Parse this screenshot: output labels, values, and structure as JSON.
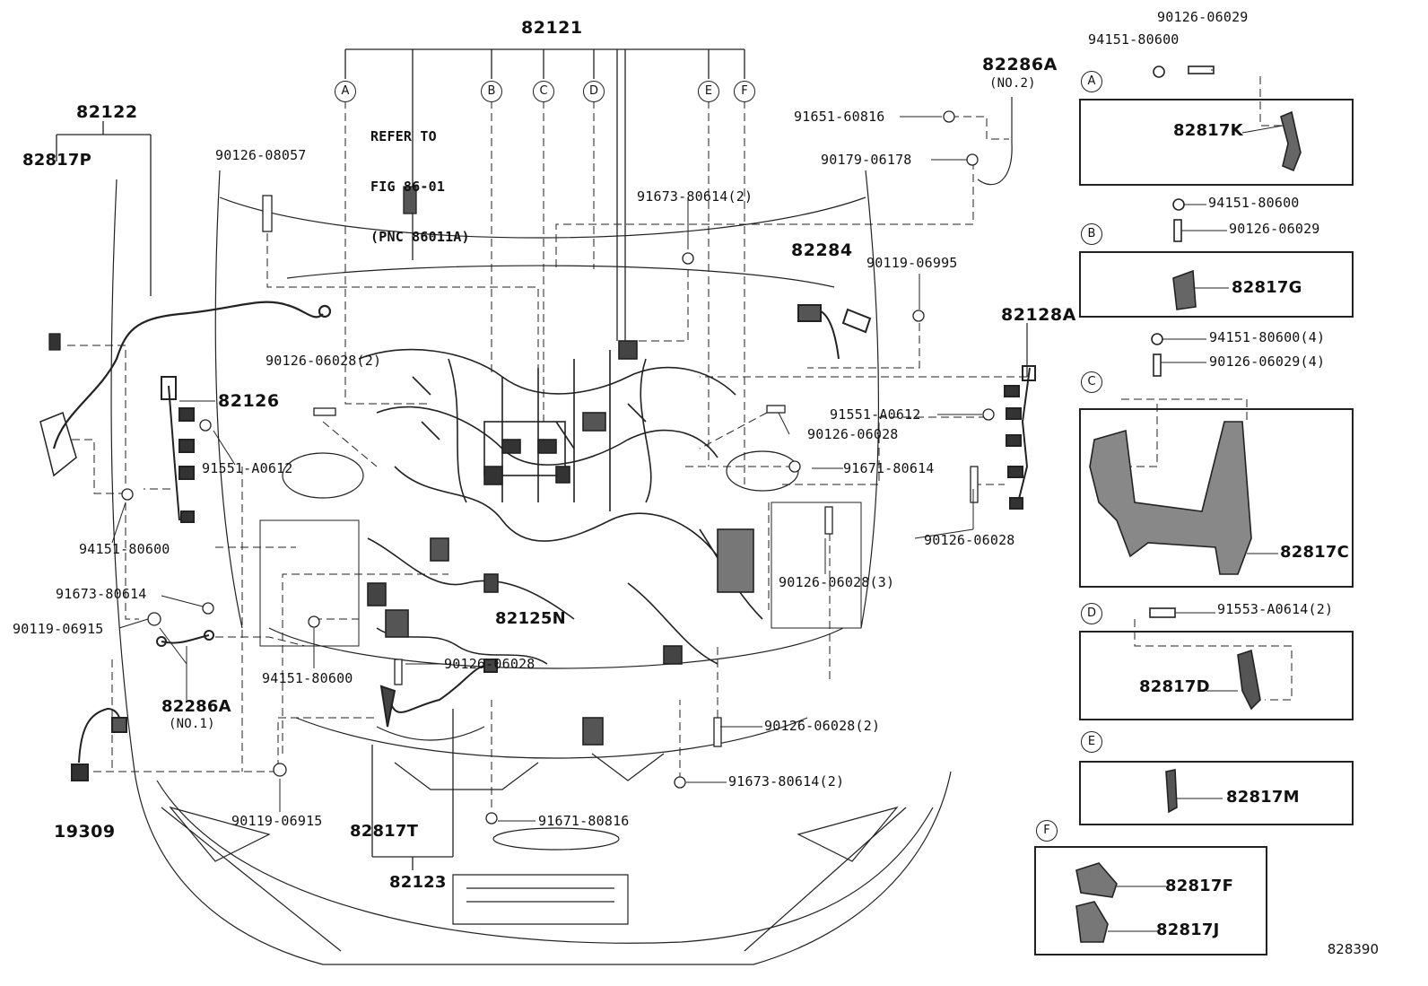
{
  "diagram": {
    "refer_note": [
      "REFER TO",
      "FIG 86-01",
      "(PNC 86011A)"
    ],
    "figure_code": "828390",
    "group_labels": {
      "wire_82121": "82121",
      "wire_82122": "82122",
      "wire_82123": "82123",
      "wire_82125n": "82125N",
      "wire_82126": "82126",
      "wire_82128a": "82128A",
      "wire_82284": "82284",
      "wire_82286a_top": "82286A",
      "wire_82286a_top_note": "(NO.2)",
      "wire_82286a_left": "82286A",
      "wire_82286a_left_note": "(NO.1)",
      "sensor_19309": "19309",
      "protector_82817p": "82817P",
      "protector_82817t": "82817T"
    },
    "callouts": {
      "c_90126_08057": "90126-08057",
      "c_91651_60816": "91651-60816",
      "c_90179_06178": "90179-06178",
      "c_91673_80614_2_top": "91673-80614(2)",
      "c_90119_06995": "90119-06995",
      "c_90126_06028_2_top": "90126-06028(2)",
      "c_91551_a0612_right": "91551-A0612",
      "c_90126_06028_mid": "90126-06028",
      "c_91671_80614": "91671-80614",
      "c_91551_a0612_left": "91551-A0612",
      "c_90126_06028_far_right": "90126-06028",
      "c_94151_80600_left": "94151-80600",
      "c_90126_06028_3": "90126-06028(3)",
      "c_91673_80614_left": "91673-80614",
      "c_90119_06915_left": "90119-06915",
      "c_94151_80600_center": "94151-80600",
      "c_90126_06028_center": "90126-06028",
      "c_90126_06028_2_bottom": "90126-06028(2)",
      "c_91673_80614_2_bottom": "91673-80614(2)",
      "c_90119_06915_bottom": "90119-06915",
      "c_91671_80816": "91671-80816"
    },
    "letters": [
      "A",
      "B",
      "C",
      "D",
      "E",
      "F"
    ],
    "detail_panels": {
      "A": {
        "fasteners": [
          "90126-06029",
          "94151-80600"
        ],
        "part": "82817K"
      },
      "B": {
        "fasteners": [
          "94151-80600",
          "90126-06029"
        ],
        "part": "82817G"
      },
      "C": {
        "fasteners": [
          "94151-80600(4)",
          "90126-06029(4)"
        ],
        "part": "82817C"
      },
      "D": {
        "fasteners": [
          "91553-A0614(2)"
        ],
        "part": "82817D"
      },
      "E": {
        "fasteners": [],
        "part": "82817M"
      },
      "F": {
        "fasteners": [],
        "parts": [
          "82817F",
          "82817J"
        ]
      }
    }
  }
}
